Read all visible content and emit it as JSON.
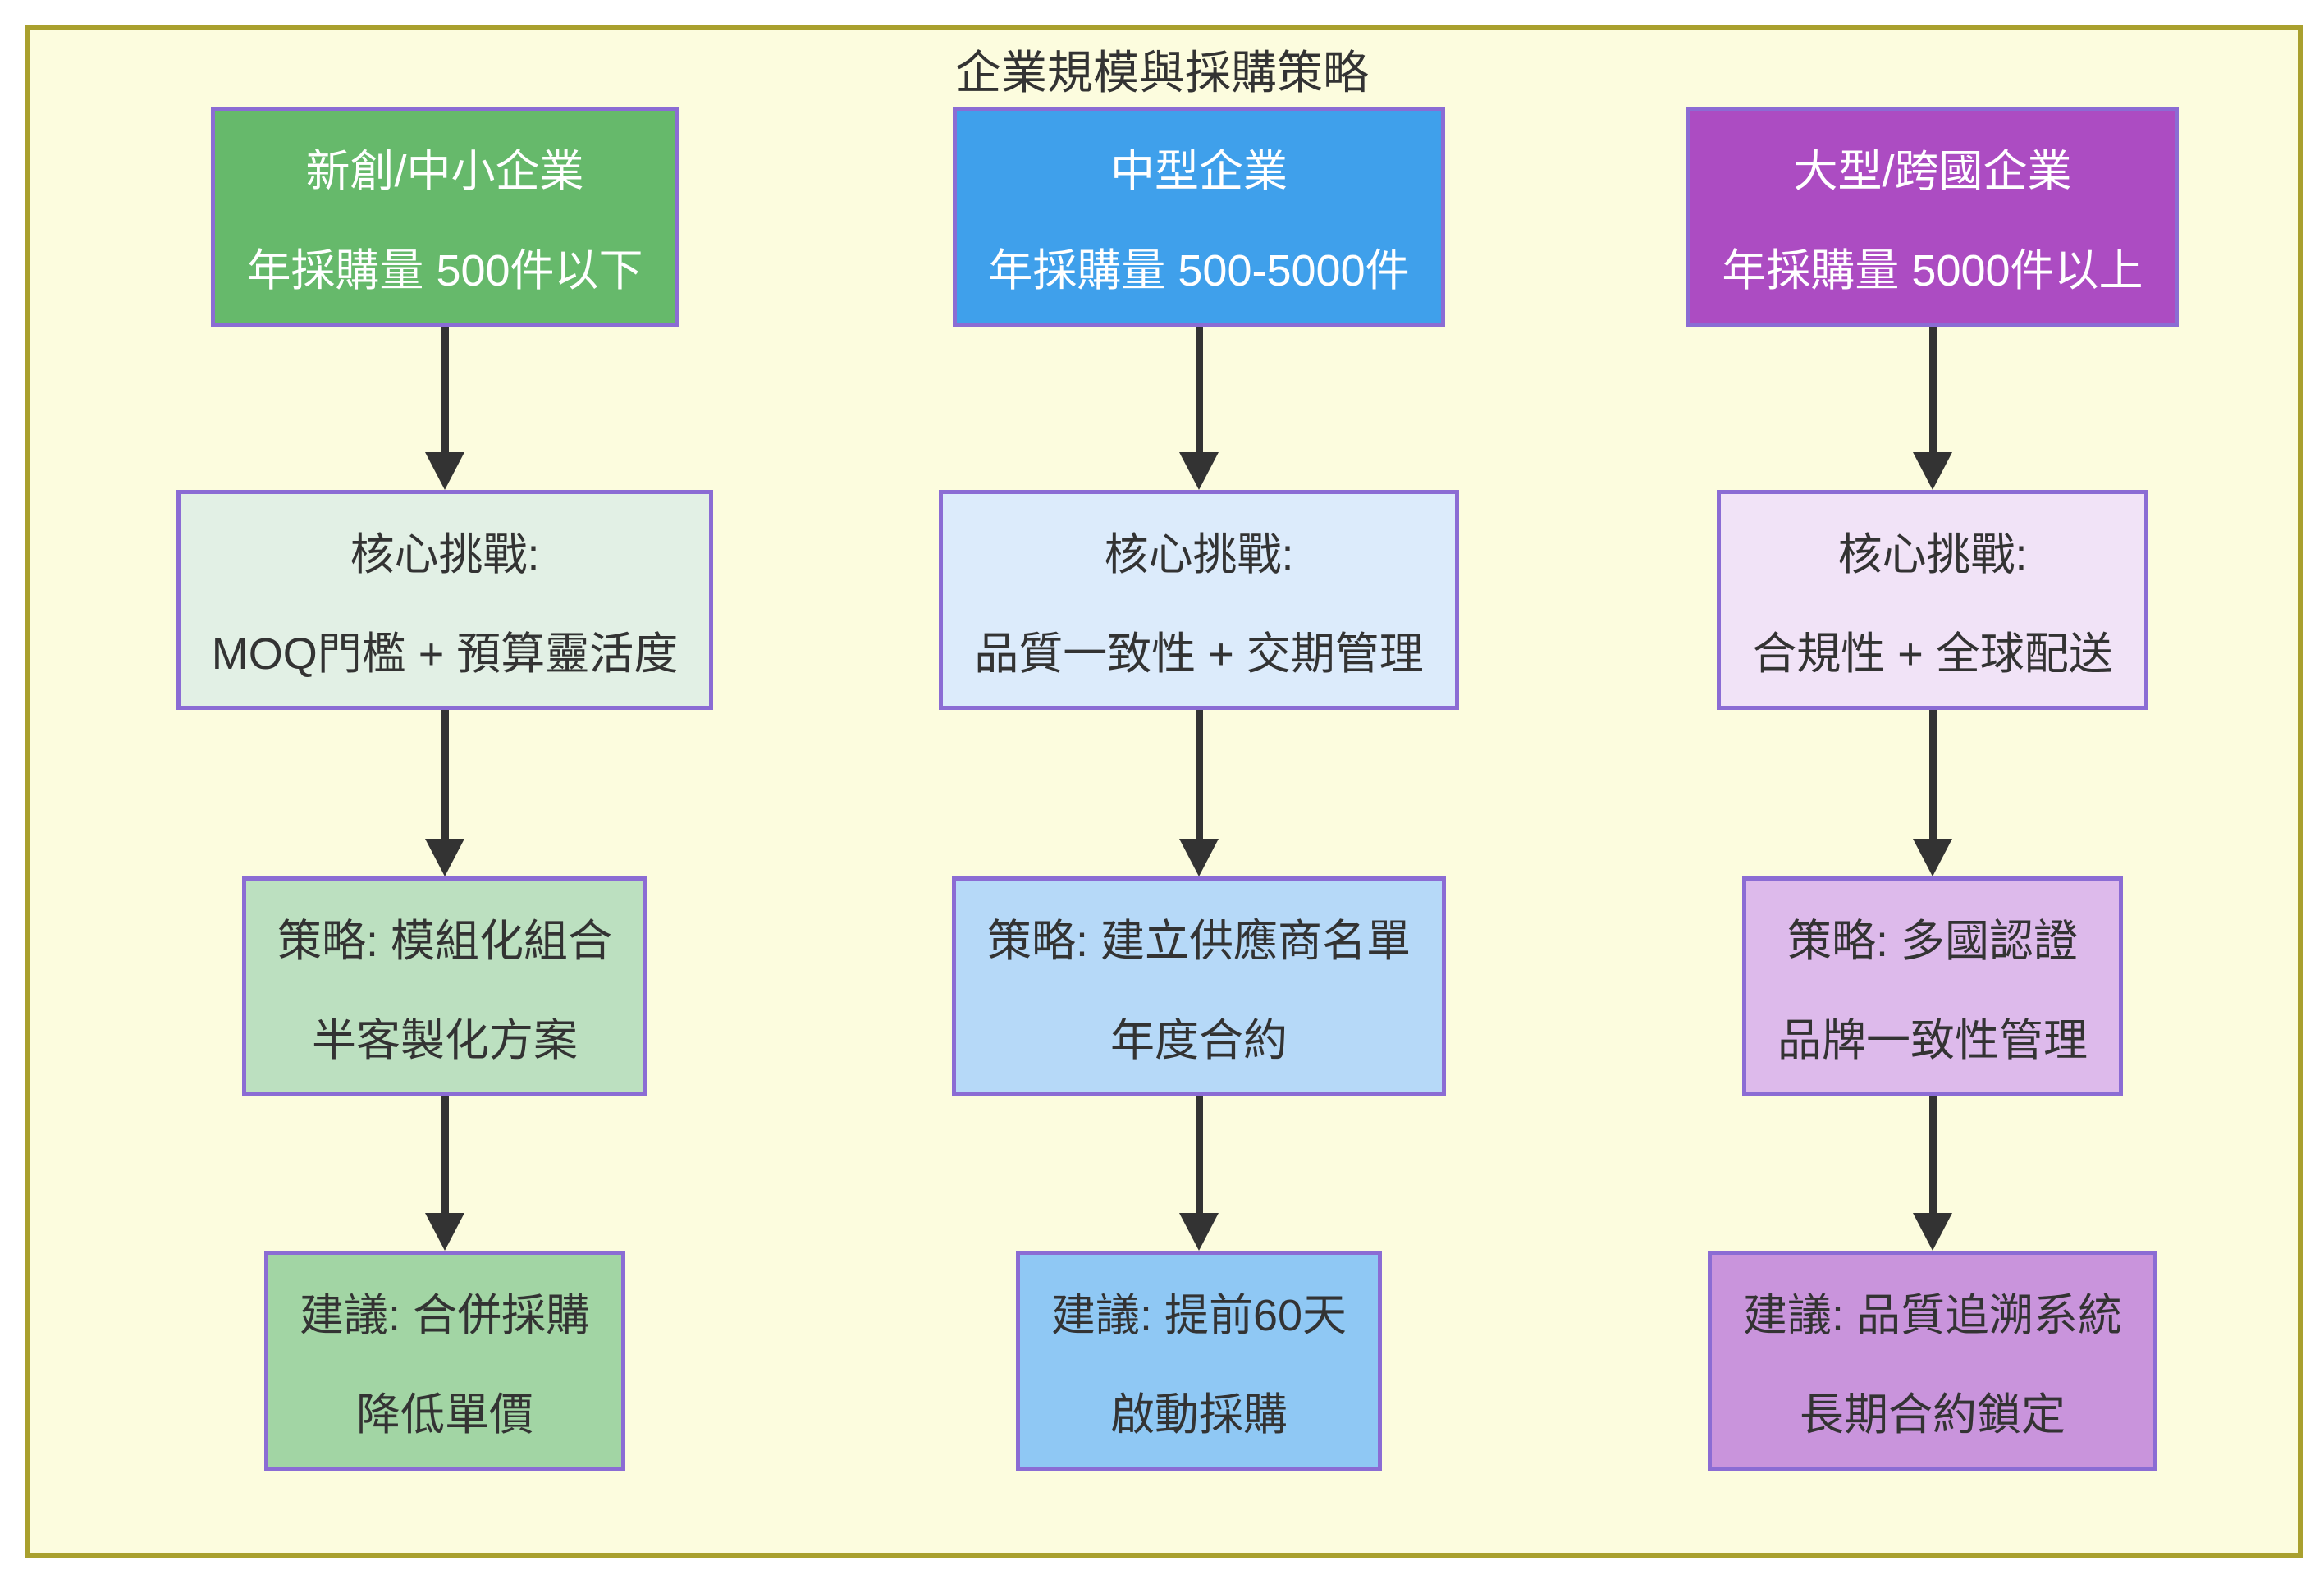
{
  "title": "企業規模與採購策略",
  "colors": {
    "page_background": "#FFFFFF",
    "canvas_background": "#FCFCDE",
    "frame_border": "#A9A02E",
    "node_border": "#8B6CD4",
    "arrow": "#333333",
    "header_text": "#FFFFFF",
    "body_text": "#333333"
  },
  "columns": [
    {
      "name": "新創/中小企業",
      "header": {
        "line1": "新創/中小企業",
        "line2": "年採購量 500件以下",
        "fill": "#66B96B"
      },
      "challenge": {
        "line1": "核心挑戰:",
        "line2": "MOQ門檻 + 預算靈活度",
        "fill": "#E2F0E5"
      },
      "strategy": {
        "line1": "策略: 模組化組合",
        "line2": "半客製化方案",
        "fill": "#BCE0C0"
      },
      "advice": {
        "line1": "建議: 合併採購",
        "line2": "降低單價",
        "fill": "#A2D5A4"
      }
    },
    {
      "name": "中型企業",
      "header": {
        "line1": "中型企業",
        "line2": "年採購量 500-5000件",
        "fill": "#3FA0EB"
      },
      "challenge": {
        "line1": "核心挑戰:",
        "line2": "品質一致性 + 交期管理",
        "fill": "#DCEBFB"
      },
      "strategy": {
        "line1": "策略: 建立供應商名單",
        "line2": "年度合約",
        "fill": "#B6D9F8"
      },
      "advice": {
        "line1": "建議: 提前60天",
        "line2": "啟動採購",
        "fill": "#8FC8F4"
      }
    },
    {
      "name": "大型/跨國企業",
      "header": {
        "line1": "大型/跨國企業",
        "line2": "年採購量 5000件以上",
        "fill": "#AC4CC2"
      },
      "challenge": {
        "line1": "核心挑戰:",
        "line2": "合規性 + 全球配送",
        "fill": "#F1E3F7"
      },
      "strategy": {
        "line1": "策略: 多國認證",
        "line2": "品牌一致性管理",
        "fill": "#DDBAEB"
      },
      "advice": {
        "line1": "建議: 品質追溯系統",
        "line2": "長期合約鎖定",
        "fill": "#C994DC"
      }
    }
  ]
}
